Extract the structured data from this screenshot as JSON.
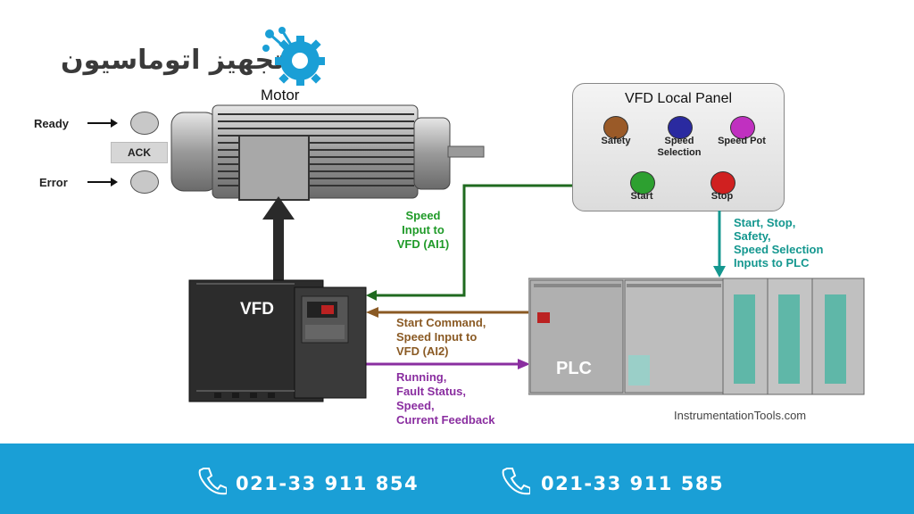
{
  "brand": {
    "text": "تجهیز اتوماسیون",
    "icon": "gear-network-icon",
    "color": "#1a9fd6"
  },
  "motor": {
    "title": "Motor",
    "ready_label": "Ready",
    "error_label": "Error",
    "ack_label": "ACK"
  },
  "panel": {
    "title": "VFD Local Panel",
    "buttons": [
      {
        "label": "Safety",
        "color": "#9a5a28"
      },
      {
        "label": "Speed Selection",
        "color": "#2a2aa0"
      },
      {
        "label": "Speed Pot",
        "color": "#c030c0"
      },
      {
        "label": "Start",
        "color": "#2da030"
      },
      {
        "label": "Stop",
        "color": "#d02020"
      }
    ]
  },
  "vfd": {
    "label": "VFD"
  },
  "plc": {
    "label": "PLC"
  },
  "signals": {
    "green": {
      "lines": [
        "Speed",
        "Input to",
        "VFD (AI1)"
      ],
      "color": "#1f6a1f"
    },
    "teal": {
      "lines": [
        "Start, Stop,",
        "Safety,",
        "Speed Selection",
        "Inputs to PLC"
      ],
      "color": "#14978f"
    },
    "brown": {
      "lines": [
        "Start Command,",
        "Speed Input to",
        "VFD (AI2)"
      ],
      "color": "#8a5a24"
    },
    "purple": {
      "lines": [
        "Running,",
        "Fault Status,",
        "Speed,",
        "Current Feedback"
      ],
      "color": "#8a2ea0"
    }
  },
  "credit": "InstrumentationTools.com",
  "footer": {
    "phones": [
      {
        "number": "021-33 911 854",
        "icon": "phone-icon"
      },
      {
        "number": "021-33 911 585",
        "icon": "phone-icon"
      }
    ]
  }
}
